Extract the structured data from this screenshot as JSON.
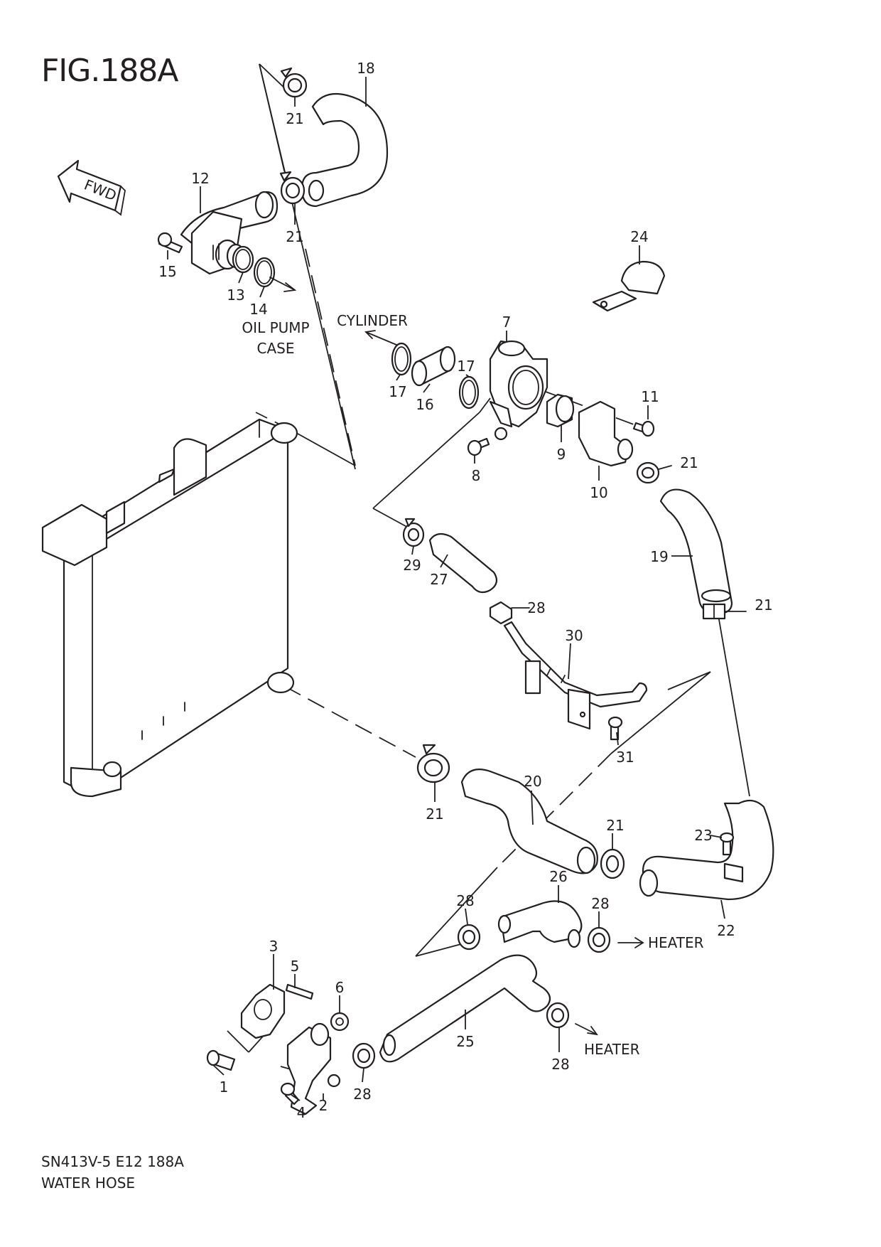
{
  "figure": {
    "title": "FIG.188A",
    "code": "SN413V-5 E12 188A",
    "name": "WATER HOSE"
  },
  "fwd_label": "FWD",
  "notes": {
    "cylinder": "CYLINDER",
    "oil_pump_case_1": "OIL PUMP",
    "oil_pump_case_2": "CASE",
    "heater_1": "HEATER",
    "heater_2": "HEATER"
  },
  "callouts": {
    "c1": "1",
    "c2": "2",
    "c3": "3",
    "c4": "4",
    "c5": "5",
    "c6": "6",
    "c7": "7",
    "c8": "8",
    "c9": "9",
    "c10": "10",
    "c11": "11",
    "c12": "12",
    "c13": "13",
    "c14": "14",
    "c15": "15",
    "c16": "16",
    "c17a": "17",
    "c17b": "17",
    "c18": "18",
    "c19": "19",
    "c20": "20",
    "c21a": "21",
    "c21b": "21",
    "c21c": "21",
    "c21d": "21",
    "c21e": "21",
    "c21f": "21",
    "c22": "22",
    "c23": "23",
    "c24": "24",
    "c25": "25",
    "c26": "26",
    "c27": "27",
    "c28a": "28",
    "c28b": "28",
    "c28c": "28",
    "c28d": "28",
    "c28e": "28",
    "c29": "29",
    "c30": "30",
    "c31": "31"
  }
}
